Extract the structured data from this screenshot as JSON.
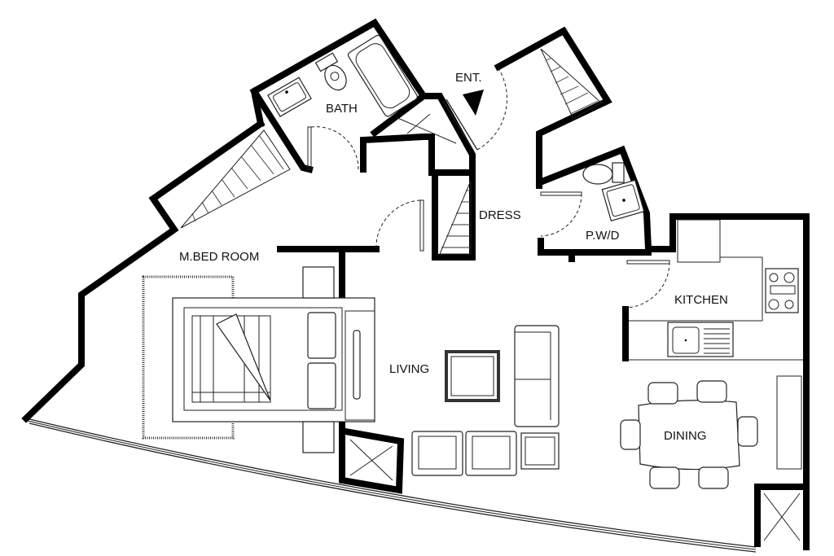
{
  "plan": {
    "type": "architectural floor plan",
    "rooms": [
      {
        "id": "bath",
        "label": "BATH"
      },
      {
        "id": "entrance",
        "label": "ENT."
      },
      {
        "id": "dress",
        "label": "DRESS"
      },
      {
        "id": "powder",
        "label": "P.W/D"
      },
      {
        "id": "kitchen",
        "label": "KITCHEN"
      },
      {
        "id": "master-bedroom",
        "label": "M.BED ROOM"
      },
      {
        "id": "living",
        "label": "LIVING"
      },
      {
        "id": "dining",
        "label": "DINING"
      }
    ],
    "symbols": {
      "entrance_marker": "triangle-down",
      "shafts": 2,
      "staircases": 4
    },
    "colors": {
      "wall": "#000000",
      "line": "#222222",
      "background": "#ffffff"
    }
  }
}
